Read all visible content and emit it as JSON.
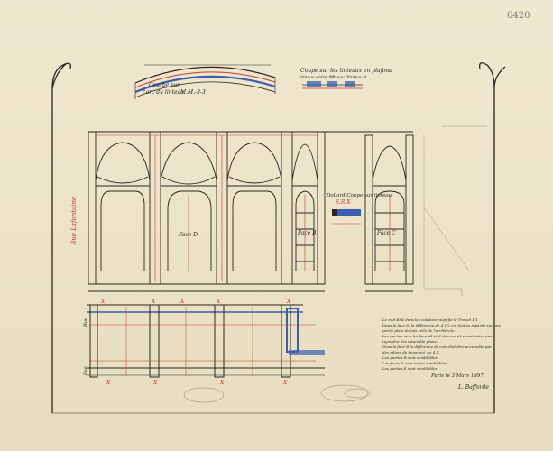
{
  "sheet": {
    "catalog_mark": "6420"
  },
  "headings": {
    "arch_caption_line1": "Courbe sur",
    "arch_caption_line2": "l'arc du linteau",
    "arch_caption_code": "M.M.-3-3",
    "lintel_title": "Coupe sur les linteaux en plafond",
    "lintel_sub_1": "linteau entre 1/2",
    "lintel_sub_2": "linteau 3",
    "lintel_sub_3": "linteau 4",
    "section_label": "Dollard Coupe sur linteau",
    "section_code": "S.R.X",
    "street_label": "Rue Lafontaine",
    "face_b": "Face B",
    "face_c": "Face C",
    "face_d": "Face D"
  },
  "notes": {
    "lines": [
      "Le mot ESK dans les cotations signifie le Travail 1/1",
      "Dans la face D, la différence de 4 1/2 cm doit se répartir sur une",
      "partie plate depuis celle de l'architecte.",
      "Les parties vers les faces B et C devront être exécutées pour",
      "rejoindre des ensemble plans.",
      "Dans la face B la différence de cote doit être accessible par",
      "des piliers de façon ect. de 4 X.",
      "Les parties B sont semblables",
      "Les faces D sont toutes semblables",
      "Les parties E sont semblables"
    ],
    "date": "Paris le 3 Mars 1897",
    "signature": "L. Bafforde"
  },
  "plan_labels": {
    "marks_top": [
      "X",
      "X",
      "X",
      "X",
      "X"
    ],
    "marks_bottom": [
      "X",
      "X",
      "X",
      "X"
    ],
    "side_top": "Rue",
    "side_bottom": "Rue"
  }
}
